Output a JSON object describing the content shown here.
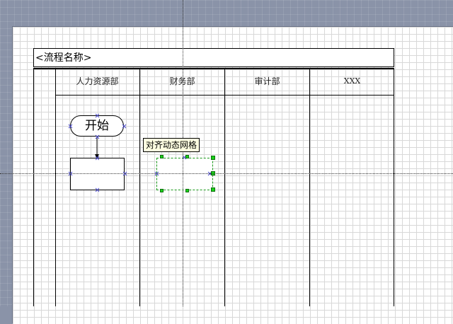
{
  "diagram": {
    "title": "<流程名称>",
    "lanes": [
      {
        "label": "人力资源部"
      },
      {
        "label": "财务部"
      },
      {
        "label": "审计部"
      },
      {
        "label": "XXX"
      }
    ],
    "start_node_label": "开始",
    "tooltip": "对齐动态网格"
  },
  "colors": {
    "workspace": "#8a93a8",
    "page": "#ffffff",
    "grid": "#d8d8d8",
    "selection": "#19d119",
    "connection_point": "#4a4acc",
    "tooltip_bg": "#ffffe1"
  }
}
